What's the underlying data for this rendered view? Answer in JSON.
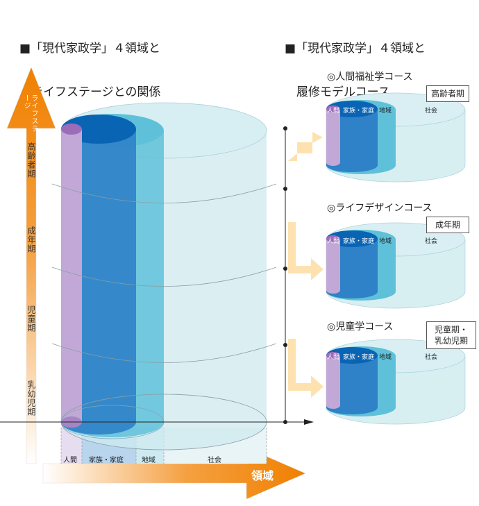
{
  "left_title": {
    "line1": "■「現代家政学」４領域と",
    "line2": "　ライフステージとの関係"
  },
  "right_title": {
    "line1": "■「現代家政学」４領域と",
    "line2": "　履修モデルコース"
  },
  "vertical_axis": {
    "label": "ライフステージ",
    "stages": [
      "高齢者期",
      "成年期",
      "児童期",
      "乳幼児期"
    ]
  },
  "horizontal_axis": {
    "label": "領域"
  },
  "domains": [
    "人間",
    "家族・家庭",
    "地域",
    "社会"
  ],
  "colors": {
    "orange": "#f08000",
    "human": "#c2a8d6",
    "family": "#2f82c8",
    "region": "#5fc1d9",
    "society": "#cfeaef",
    "connector": "#fde2b0"
  },
  "courses": [
    {
      "title": "◎人間福祉学コース",
      "stage": "高齢者期",
      "labels": {
        "human": "人間",
        "family": "家族・家庭",
        "region": "地域",
        "society": "社会"
      }
    },
    {
      "title": "◎ライフデザインコース",
      "stage": "成年期",
      "labels": {
        "human": "人間",
        "family": "家族・家庭",
        "region": "地域",
        "society": "社会"
      }
    },
    {
      "title": "◎児童学コース",
      "stage": "児童期・\n乳幼児期",
      "labels": {
        "human": "人間",
        "family": "家族・家庭",
        "region": "地域",
        "society": "社会"
      }
    }
  ]
}
